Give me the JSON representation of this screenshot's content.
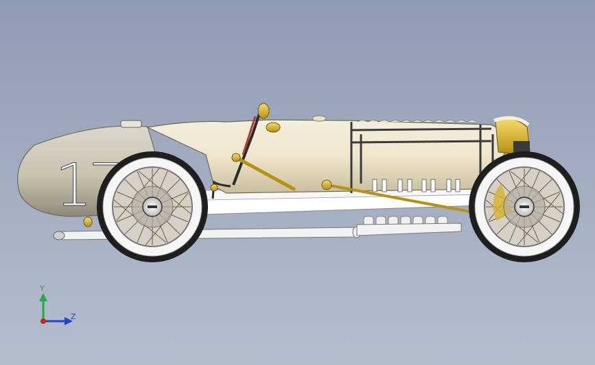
{
  "viewport": {
    "background_top": "#8e9bb2",
    "background_bottom": "#b4bdcc"
  },
  "model": {
    "race_number": "17",
    "body_color": "#efe6cc",
    "accent_color": "#d8b42a",
    "chassis_color": "#ffffff"
  },
  "triad": {
    "y_label": "Y",
    "z_label": "Z",
    "y_color": "#22aa44",
    "z_color": "#2244cc",
    "x_color": "#cc2222"
  }
}
